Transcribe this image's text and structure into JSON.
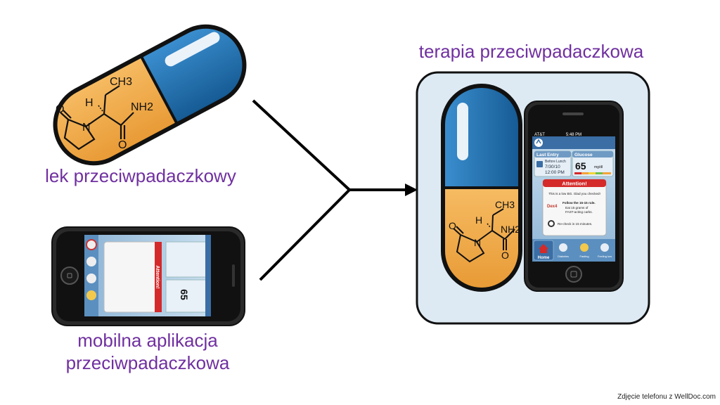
{
  "labels": {
    "drug": "lek przeciwpadaczkowy",
    "app_line1": "mobilna aplikacja",
    "app_line2": "przeciwpadaczkowa",
    "therapy": "terapia przeciwpadaczkowa",
    "credit": "Zdjęcie telefonu z WellDoc.com"
  },
  "molecule": {
    "ch3": "CH3",
    "nh2": "NH2",
    "h": "H",
    "n": "N",
    "o": "O"
  },
  "phone_screen": {
    "carrier": "AT&T",
    "time": "5:48 PM",
    "last_entry_title": "Last Entry",
    "last_entry_meal": "Before Lunch",
    "last_entry_date": "7/30/10",
    "last_entry_time": "12:00 PM",
    "glucose_title": "Glucose",
    "glucose_value": "65",
    "glucose_unit": "mg/dl",
    "attention_title": "Attention!",
    "message_1": "This is a low BG. Glad you checked!",
    "message_2": "Follow the 15-15 rule.",
    "message_3": "Eat 15 grams of",
    "message_4": "FAST-acting carbs.",
    "message_5": "Re-check in 15 minutes.",
    "tab_home": "Home",
    "tab_2": "Diabetes",
    "tab_3": "Fasting",
    "tab_4": "Feeling low"
  },
  "colors": {
    "label_purple": "#7030a0",
    "capsule_blue": "#1e6aa8",
    "capsule_orange": "#f0a94a",
    "attention_red": "#d42a2a",
    "box_fill": "#ddeaf3"
  }
}
